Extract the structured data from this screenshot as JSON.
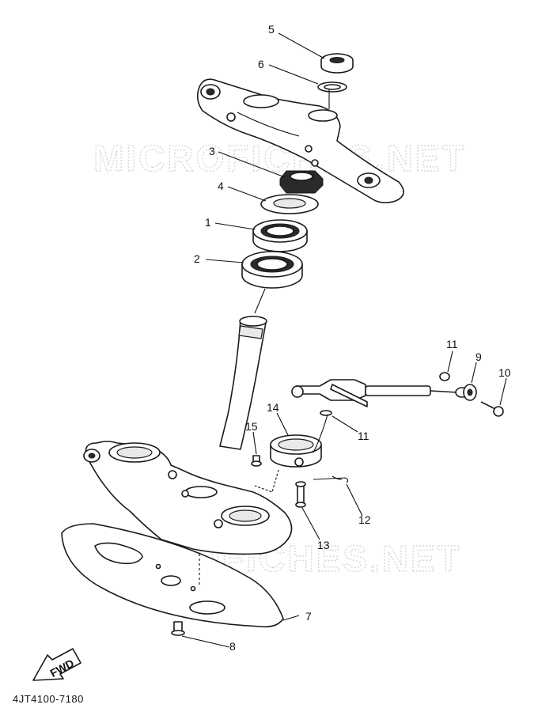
{
  "watermark": "MICROFICHES.NET",
  "diagram_code": "4JT4100-7180",
  "fwd_label": "FWD",
  "callouts": {
    "c1": "1",
    "c2": "2",
    "c3": "3",
    "c4": "4",
    "c5": "5",
    "c6": "6",
    "c7": "7",
    "c8": "8",
    "c9": "9",
    "c10": "10",
    "c11a": "11",
    "c11b": "11",
    "c12": "12",
    "c13": "13",
    "c14": "14",
    "c15": "15"
  }
}
